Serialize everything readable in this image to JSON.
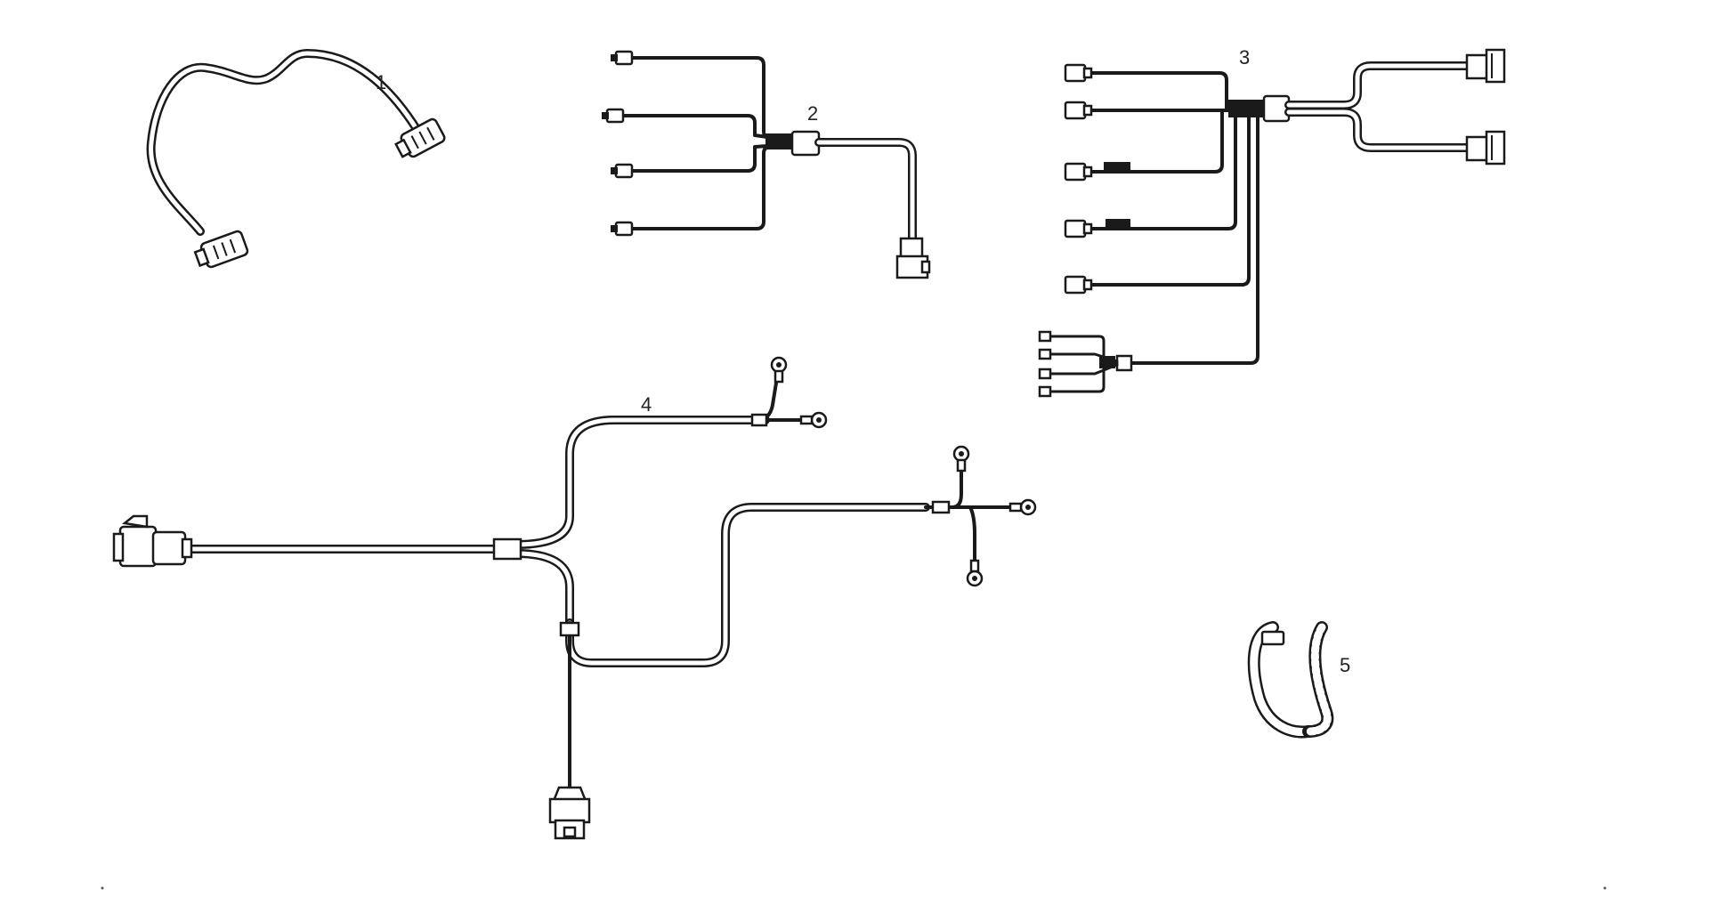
{
  "diagram": {
    "callouts": [
      "1",
      "2",
      "3",
      "4",
      "5"
    ]
  }
}
